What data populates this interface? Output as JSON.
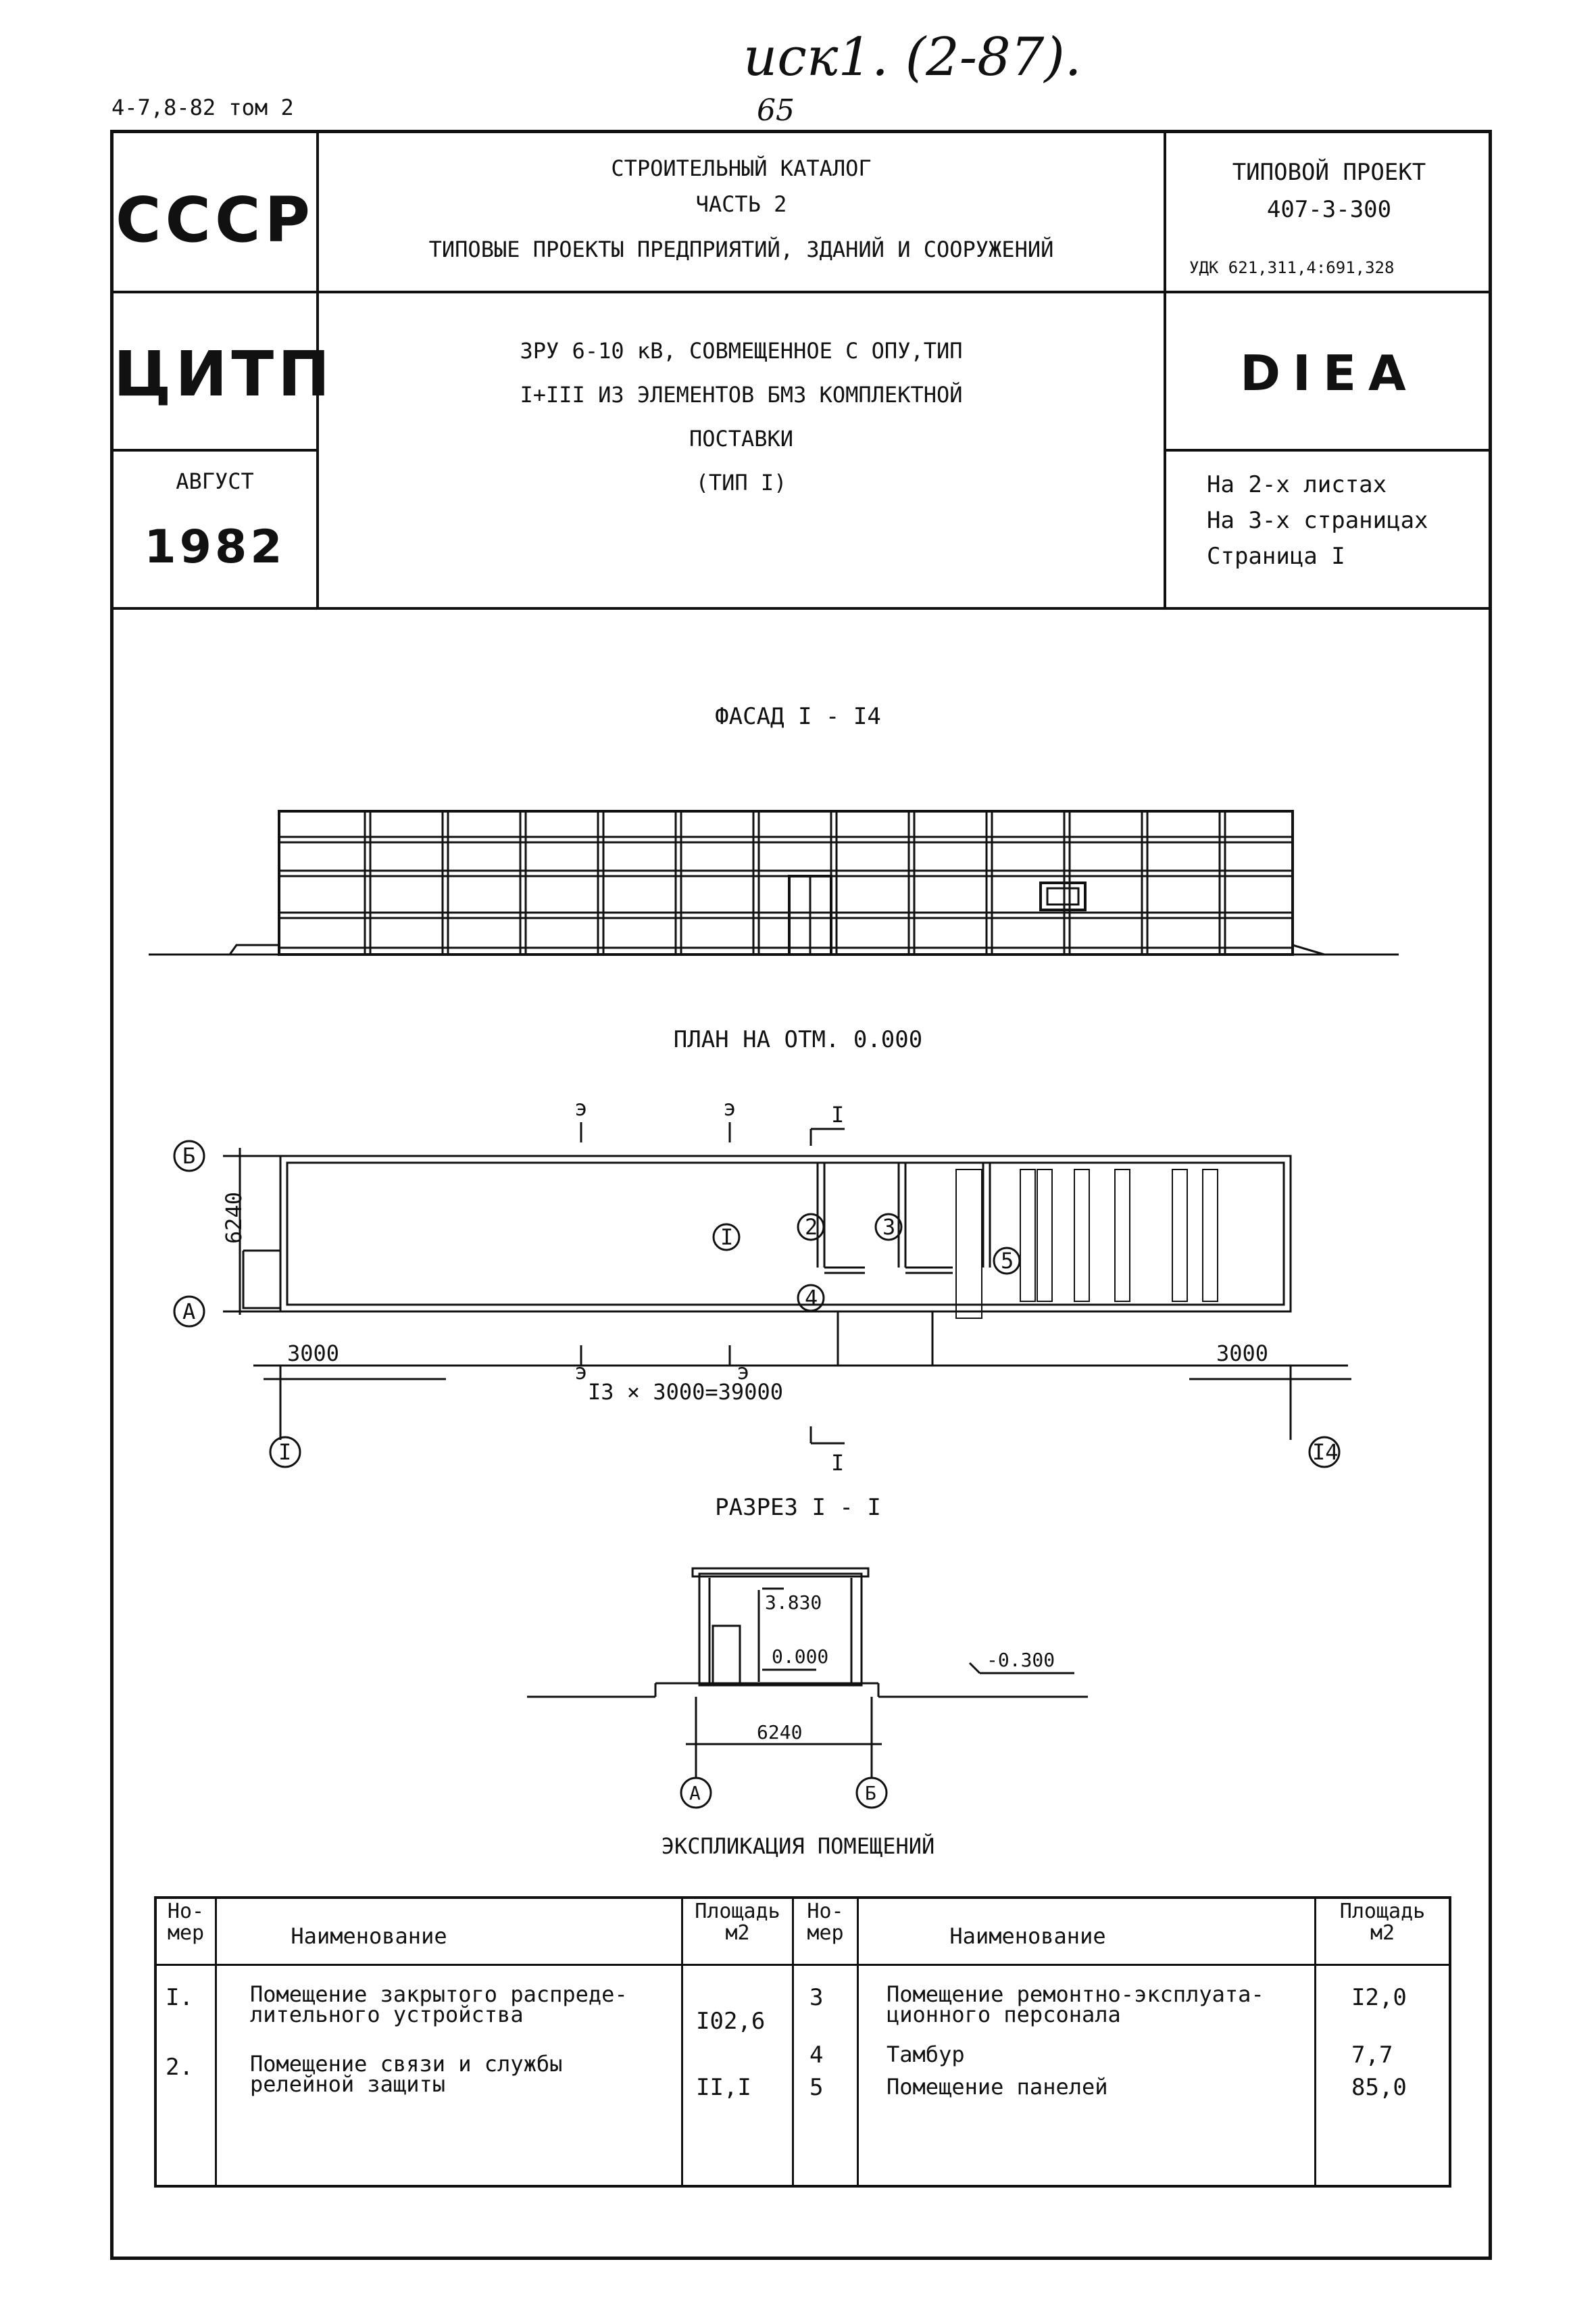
{
  "handwritten_note": "иск1. (2-87).",
  "page_number": "65",
  "volume_ref": "4-7,8-82 том 2",
  "header": {
    "org1": "СССР",
    "org2": "ЦИТП",
    "month": "АВГУСТ",
    "year": "1982",
    "catalog_line1": "СТРОИТЕЛЬНЫЙ КАТАЛОГ",
    "catalog_line2": "ЧАСТЬ 2",
    "catalog_line3": "ТИПОВЫЕ ПРОЕКТЫ ПРЕДПРИЯТИЙ, ЗДАНИЙ И СООРУЖЕНИЙ",
    "project_label": "ТИПОВОЙ ПРОЕКТ",
    "project_number": "407-3-300",
    "udk": "УДК 621,311,4:691,328",
    "title_line1": "ЗРУ 6-10 кВ, СОВМЕЩЕННОЕ С ОПУ,ТИП",
    "title_line2": "I+III ИЗ ЭЛЕМЕНТОВ БМЗ КОМПЛЕКТНОЙ",
    "title_line3": "ПОСТАВКИ",
    "title_line4": "(ТИП I)",
    "code": "DIEA",
    "sheets": "На 2-х листах",
    "pages": "На 3-х страницах",
    "page": "Страница I"
  },
  "facade": {
    "title": "ФАСАД I - I4"
  },
  "plan": {
    "title": "ПЛАН НА ОТМ. 0.000",
    "width_dim": "6240",
    "bay_left": "3000",
    "bay_right": "3000",
    "total_dim": "I3 × 3000=39000",
    "axis_a": "А",
    "axis_b": "Б",
    "axis_1": "I",
    "axis_14": "I4",
    "section_mark": "I",
    "marker_e": "э",
    "rooms": [
      "I",
      "2",
      "3",
      "4",
      "5"
    ]
  },
  "section": {
    "title": "РАЗРЕЗ I - I",
    "level_top": "3.830",
    "level_zero": "0.000",
    "level_ground": "-0.300",
    "width_dim": "6240",
    "axis_a": "А",
    "axis_b": "Б"
  },
  "explication": {
    "title": "ЭКСПЛИКАЦИЯ ПОМЕЩЕНИЙ",
    "headers": {
      "num": "Но-\nмер",
      "name": "Наименование",
      "area": "Площадь\nм2"
    },
    "left_rows": [
      {
        "num": "I.",
        "name": "Помещение закрытого распреде-\nлительного устройства",
        "area": "I02,6"
      },
      {
        "num": "2.",
        "name": "Помещение связи и службы\nрелейной защиты",
        "area": "II,I"
      }
    ],
    "right_rows": [
      {
        "num": "3",
        "name": "Помещение ремонтно-эксплуата-\nционного персонала",
        "area": "I2,0"
      },
      {
        "num": "4",
        "name": "Тамбур",
        "area": "7,7"
      },
      {
        "num": "5",
        "name": "Помещение панелей",
        "area": "85,0"
      }
    ]
  }
}
